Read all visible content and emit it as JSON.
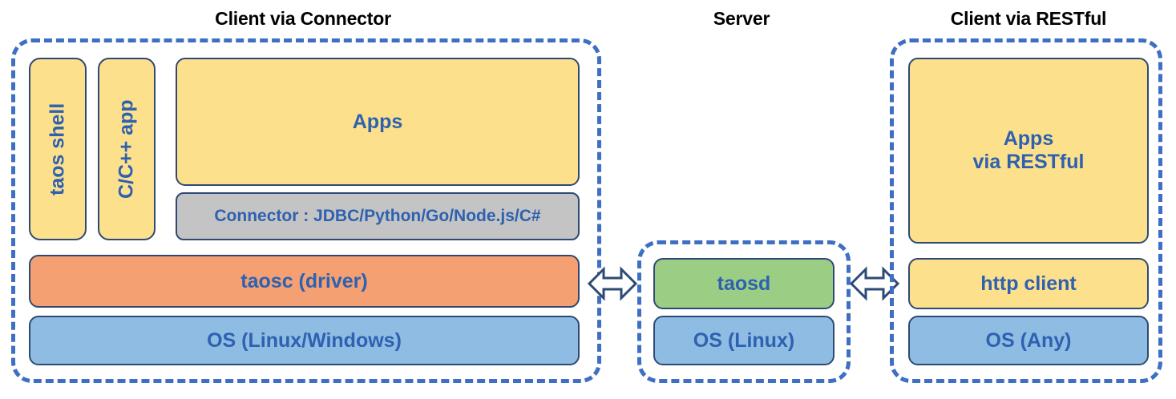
{
  "diagram": {
    "title_left": "Client via Connector",
    "title_middle": "Server",
    "title_right": "Client via RESTful",
    "colors": {
      "dashed_border": "#3E6FC4",
      "node_border": "#2E4A74",
      "text": "#2E61B0",
      "yellow": "#FCE08C",
      "orange": "#F4A072",
      "blue": "#8FBCE3",
      "green": "#9BCE84",
      "grey": "#C4C4C4"
    }
  },
  "client_connector": {
    "taos_shell": "taos shell",
    "c_cpp_app": "C/C++ app",
    "apps": "Apps",
    "connector": "Connector : JDBC/Python/Go/Node.js/C#",
    "taosc": "taosc (driver)",
    "os": "OS (Linux/Windows)"
  },
  "server": {
    "taosd": "taosd",
    "os": "OS (Linux)"
  },
  "client_restful": {
    "apps_line1": "Apps",
    "apps_line2": "via RESTful",
    "http_client": "http client",
    "os": "OS (Any)"
  },
  "arrows": {
    "left_arrow": "double-headed-arrow",
    "right_arrow": "double-headed-arrow"
  }
}
